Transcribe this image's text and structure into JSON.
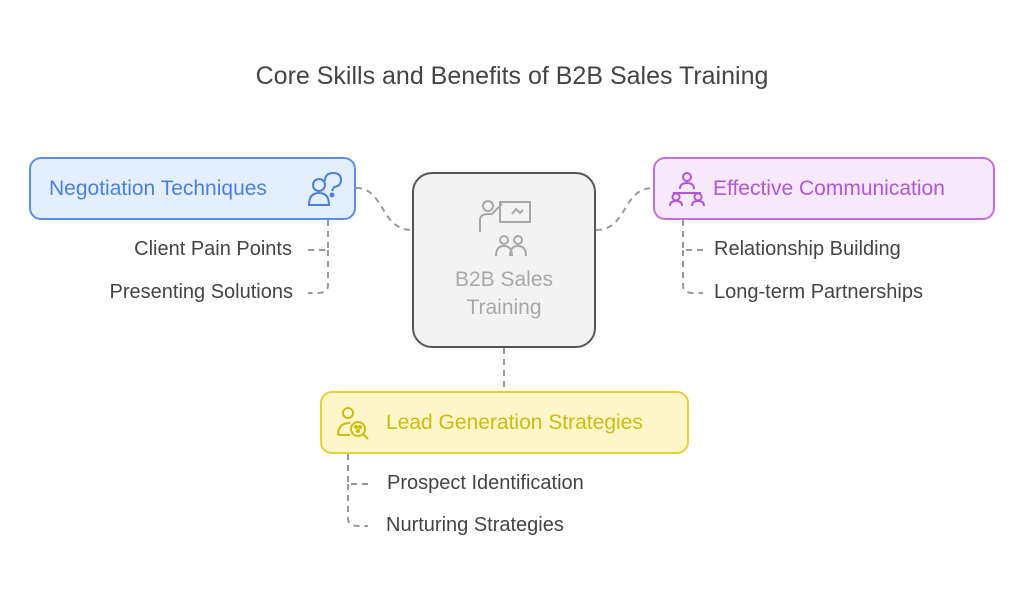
{
  "title": "Core Skills and Benefits of B2B Sales Training",
  "center": {
    "line1": "B2B Sales",
    "line2": "Training",
    "icon": "presenter-audience-icon"
  },
  "branches": {
    "negotiation": {
      "label": "Negotiation Techniques",
      "icon": "person-speech-icon",
      "color": "#4a80de",
      "items": [
        "Client Pain Points",
        "Presenting Solutions"
      ]
    },
    "communication": {
      "label": "Effective Communication",
      "icon": "group-meeting-icon",
      "color": "#b455d6",
      "items": [
        "Relationship Building",
        "Long-term Partnerships"
      ]
    },
    "lead": {
      "label": "Lead Generation Strategies",
      "icon": "person-search-icon",
      "color": "#cfbb10",
      "items": [
        "Prospect Identification",
        "Nurturing Strategies"
      ]
    }
  }
}
